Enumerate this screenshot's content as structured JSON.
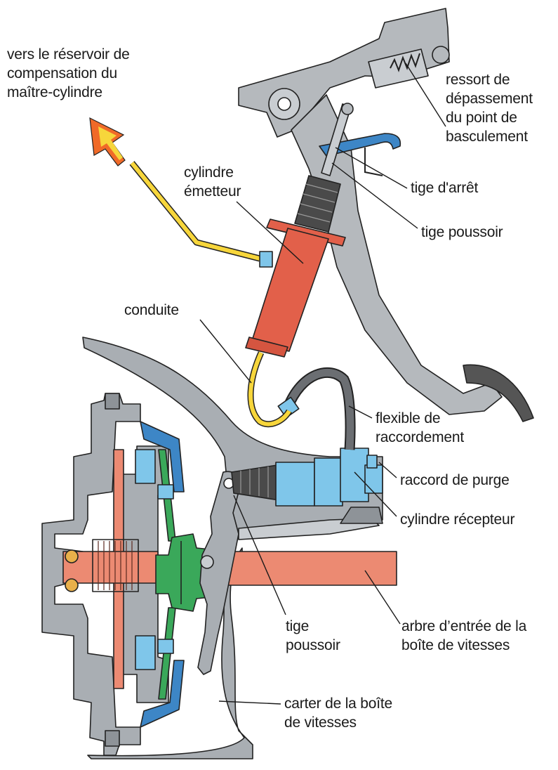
{
  "labels": {
    "reservoir": "vers le réservoir de\ncompensation du\nmaître-cylindre",
    "ressort": "ressort de\ndépassement\ndu point de\nbasculement",
    "cylindre_emetteur": "cylindre\németteur",
    "tige_arret": "tige d'arrêt",
    "tige_poussoir_top": "tige poussoir",
    "conduite": "conduite",
    "flexible": "flexible de\nraccordement",
    "raccord_purge": "raccord de purge",
    "cylindre_recepteur": "cylindre récepteur",
    "tige_poussoir_bottom": "tige\npoussoir",
    "arbre": "arbre d’entrée de la\nboîte de vitesses",
    "carter": "carter de la boîte\nde vitesses"
  },
  "colors": {
    "housing_grey": "#a9aeb3",
    "pedal_grey": "#b5b9bd",
    "master_cylinder_red": "#e2604a",
    "shaft_salmon": "#ec8a72",
    "slave_cylinder_blue": "#7fc6ea",
    "hydraulic_line_yellow": "#f7d63b",
    "arrow_orange": "#f06a28",
    "hub_green": "#3aa85a",
    "spring_blue": "#3d86c6",
    "boot_dark": "#4a4a4a",
    "outline": "#222222"
  }
}
